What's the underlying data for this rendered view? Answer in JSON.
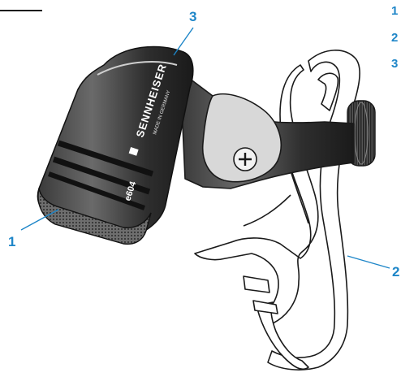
{
  "figure": {
    "brand_text": "SENNHEISER",
    "brand_subtext": "MADE IN GERMANY",
    "model_text": "e604",
    "colors": {
      "accent": "#1e86c8",
      "line": "#1a1a1a",
      "body_dark": "#2a2a2a",
      "body_mid": "#555555"
    }
  },
  "callouts": {
    "one": "1",
    "two": "2",
    "three": "3"
  },
  "legend": {
    "items": [
      "1",
      "2",
      "3"
    ]
  }
}
